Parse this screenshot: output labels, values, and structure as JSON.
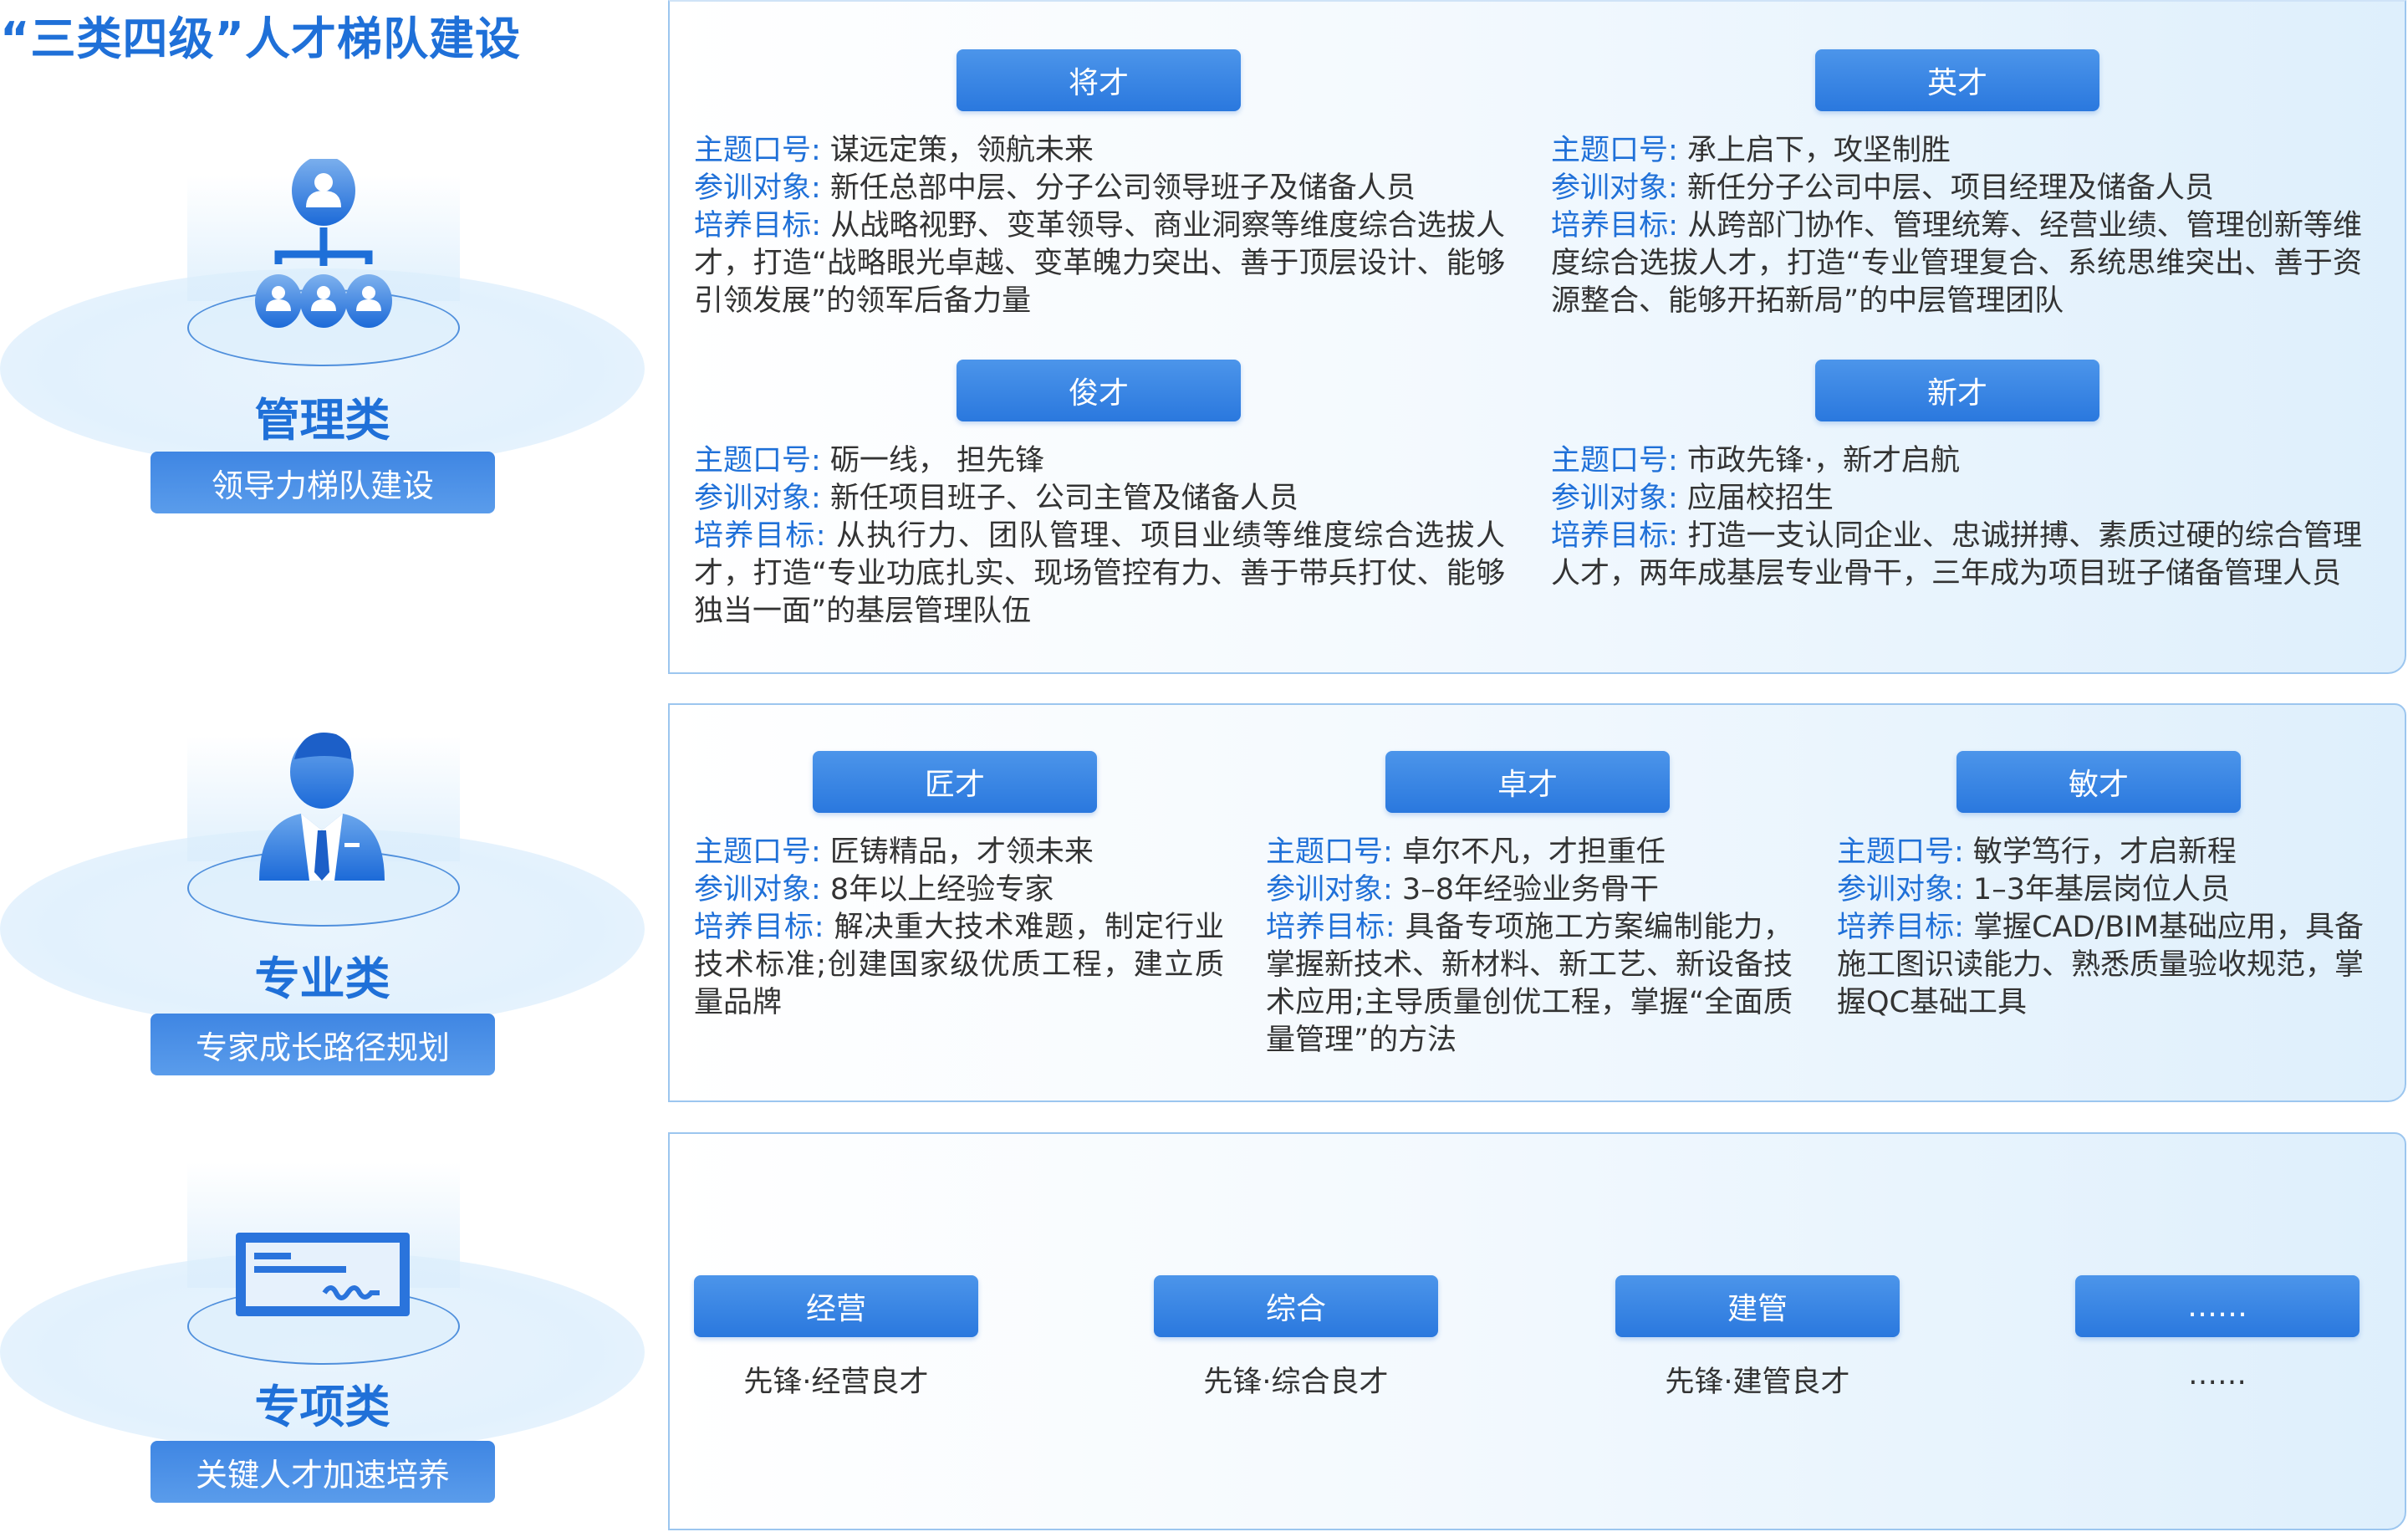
{
  "title": "“三类四级”人才梯队建设",
  "labels": {
    "slogan": "主题口号: ",
    "target": "参训对象: ",
    "goal": "培养目标: "
  },
  "categories": [
    {
      "name": "管理类",
      "button": "领导力梯队建设",
      "icon": "org-chart-icon"
    },
    {
      "name": "专业类",
      "button": "专家成长路径规划",
      "icon": "business-person-icon"
    },
    {
      "name": "专项类",
      "button": "关键人才加速培养",
      "icon": "card-icon"
    }
  ],
  "management": [
    {
      "tier": "将才",
      "slogan": "谋远定策，领航未来",
      "target": "新任总部中层、分子公司领导班子及储备人员",
      "goal": "从战略视野、变革领导、商业洞察等维度综合选拔人才，打造“战略眼光卓越、变革魄力突出、善于顶层设计、能够引领发展”的领军后备力量"
    },
    {
      "tier": "英才",
      "slogan": "承上启下，攻坚制胜",
      "target": "新任分子公司中层、项目经理及储备人员",
      "goal": "从跨部门协作、管理统筹、经营业绩、管理创新等维度综合选拔人才，打造“专业管理复合、系统思维突出、善于资源整合、能够开拓新局”的中层管理团队"
    },
    {
      "tier": "俊才",
      "slogan": "砺一线， 担先锋",
      "target": "新任项目班子、公司主管及储备人员",
      "goal": "从执行力、团队管理、项目业绩等维度综合选拔人才，打造“专业功底扎实、现场管控有力、善于带兵打仗、能够独当一面”的基层管理队伍"
    },
    {
      "tier": "新才",
      "slogan": "市政先锋·，新才启航",
      "target": "应届校招生",
      "goal": "打造一支认同企业、忠诚拼搏、素质过硬的综合管理人才，两年成基层专业骨干，三年成为项目班子储备管理人员"
    }
  ],
  "professional": [
    {
      "tier": "匠才",
      "slogan": "匠铸精品，才领未来",
      "target": "8年以上经验专家",
      "goal": "解决重大技术难题，制定行业技术标准;创建国家级优质工程，建立质量品牌"
    },
    {
      "tier": "卓才",
      "slogan": "卓尔不凡，才担重任",
      "target": "3–8年经验业务骨干",
      "goal": "具备专项施工方案编制能力，掌握新技术、新材料、新工艺、新设备技术应用;主导质量创优工程，掌握“全面质量管理”的方法"
    },
    {
      "tier": "敏才",
      "slogan": "敏学笃行，才启新程",
      "target": "1–3年基层岗位人员",
      "goal": "掌握CAD/BIM基础应用，具备施工图识读能力、熟悉质量验收规范，掌握QC基础工具"
    }
  ],
  "special": [
    {
      "tier": "经营",
      "desc": "先锋·经营良才"
    },
    {
      "tier": "综合",
      "desc": "先锋·综合良才"
    },
    {
      "tier": "建管",
      "desc": "先锋·建管良才"
    },
    {
      "tier": "……",
      "desc": "……"
    }
  ]
}
